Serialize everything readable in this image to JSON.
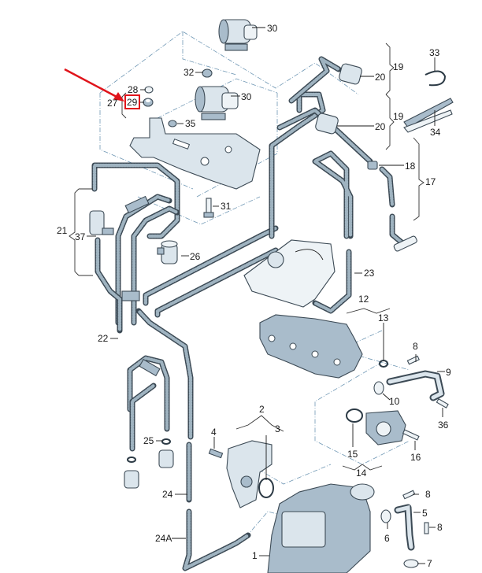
{
  "diagram": {
    "title": "Exploded parts diagram – vacuum/vent hoses, solenoid valves, intake manifold and EGR components",
    "highlight": {
      "part_label": "29",
      "highlight_color": "#e0141b",
      "arrow_color": "#e0141b"
    },
    "callouts": [
      {
        "id": "c30a",
        "label": "30"
      },
      {
        "id": "c30b",
        "label": "30"
      },
      {
        "id": "c32",
        "label": "32"
      },
      {
        "id": "c28",
        "label": "28"
      },
      {
        "id": "c27",
        "label": "27"
      },
      {
        "id": "c29",
        "label": "29"
      },
      {
        "id": "c35",
        "label": "35"
      },
      {
        "id": "c33",
        "label": "33"
      },
      {
        "id": "c19a",
        "label": "19"
      },
      {
        "id": "c19b",
        "label": "19"
      },
      {
        "id": "c20a",
        "label": "20"
      },
      {
        "id": "c20b",
        "label": "20"
      },
      {
        "id": "c34",
        "label": "34"
      },
      {
        "id": "c18",
        "label": "18"
      },
      {
        "id": "c17",
        "label": "17"
      },
      {
        "id": "c31",
        "label": "31"
      },
      {
        "id": "c21",
        "label": "21"
      },
      {
        "id": "c37",
        "label": "37"
      },
      {
        "id": "c26",
        "label": "26"
      },
      {
        "id": "c23",
        "label": "23"
      },
      {
        "id": "c12",
        "label": "12"
      },
      {
        "id": "c13",
        "label": "13"
      },
      {
        "id": "c22",
        "label": "22"
      },
      {
        "id": "c8a",
        "label": "8"
      },
      {
        "id": "c9",
        "label": "9"
      },
      {
        "id": "c10",
        "label": "10"
      },
      {
        "id": "c36",
        "label": "36"
      },
      {
        "id": "c2",
        "label": "2"
      },
      {
        "id": "c3",
        "label": "3"
      },
      {
        "id": "c4",
        "label": "4"
      },
      {
        "id": "c25",
        "label": "25"
      },
      {
        "id": "c15",
        "label": "15"
      },
      {
        "id": "c16",
        "label": "16"
      },
      {
        "id": "c14",
        "label": "14"
      },
      {
        "id": "c24",
        "label": "24"
      },
      {
        "id": "c8b",
        "label": "8"
      },
      {
        "id": "c5",
        "label": "5"
      },
      {
        "id": "c6",
        "label": "6"
      },
      {
        "id": "c8c",
        "label": "8"
      },
      {
        "id": "c24a",
        "label": "24A"
      },
      {
        "id": "c1",
        "label": "1"
      },
      {
        "id": "c7",
        "label": "7"
      }
    ],
    "colors": {
      "line_art": "#3c4a55",
      "part_fill": "#dbe5ec",
      "dashed_guides": "#6f97b4",
      "background": "#ffffff"
    }
  }
}
